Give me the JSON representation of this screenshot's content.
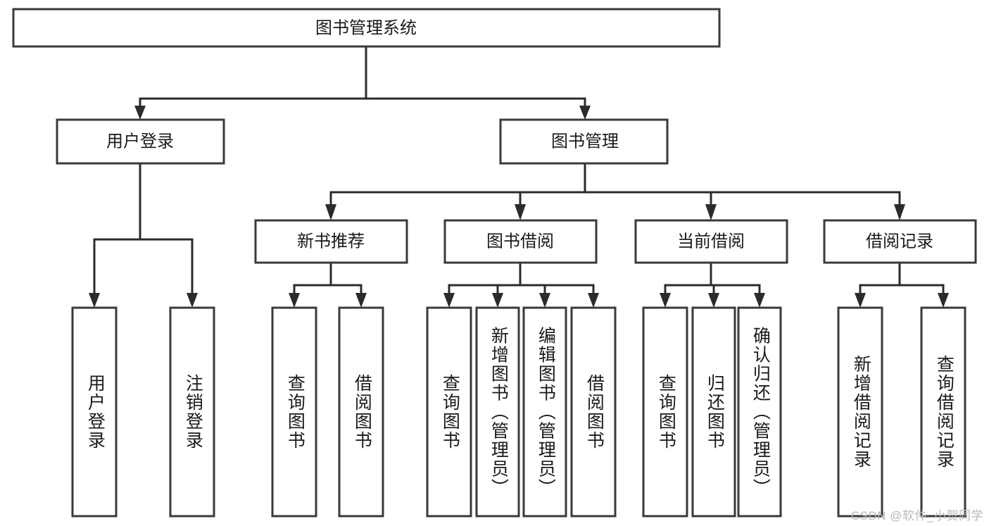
{
  "diagram": {
    "type": "tree-hierarchy",
    "orientation": "top-down",
    "root": {
      "id": "root",
      "label": "图书管理系统"
    },
    "level2": [
      {
        "id": "user-login",
        "label": "用户登录"
      },
      {
        "id": "book-manage",
        "label": "图书管理"
      }
    ],
    "level3": [
      {
        "id": "new-book-rec",
        "label": "新书推荐",
        "parent": "book-manage"
      },
      {
        "id": "book-borrow",
        "label": "图书借阅",
        "parent": "book-manage"
      },
      {
        "id": "current-borrow",
        "label": "当前借阅",
        "parent": "book-manage"
      },
      {
        "id": "borrow-record",
        "label": "借阅记录",
        "parent": "book-manage"
      }
    ],
    "leaves": {
      "user-login": [
        {
          "id": "leaf-user-login",
          "label": "用户登录"
        },
        {
          "id": "leaf-user-logout",
          "label": "注销登录"
        }
      ],
      "new-book-rec": [
        {
          "id": "leaf-query-book-1",
          "label": "查询图书"
        },
        {
          "id": "leaf-borrow-book-1",
          "label": "借阅图书"
        }
      ],
      "book-borrow": [
        {
          "id": "leaf-query-book-2",
          "label": "查询图书"
        },
        {
          "id": "leaf-add-book",
          "label": "新增图书（管理员）"
        },
        {
          "id": "leaf-edit-book",
          "label": "编辑图书（管理员）"
        },
        {
          "id": "leaf-borrow-book-2",
          "label": "借阅图书"
        }
      ],
      "current-borrow": [
        {
          "id": "leaf-query-book-3",
          "label": "查询图书"
        },
        {
          "id": "leaf-return-book",
          "label": "归还图书"
        },
        {
          "id": "leaf-confirm-return",
          "label": "确认归还（管理员）"
        }
      ],
      "borrow-record": [
        {
          "id": "leaf-add-record",
          "label": "新增借阅记录"
        },
        {
          "id": "leaf-query-record",
          "label": "查询借阅记录"
        }
      ]
    }
  },
  "watermark": {
    "text": "CSDN @软件_小贺同学"
  },
  "colors": {
    "box_stroke": "#3a3a3a",
    "box_fill": "#ffffff",
    "edge": "#2b2b2b",
    "label": "#1a1a1a",
    "watermark": "#b9b9b9",
    "background": "#ffffff"
  }
}
